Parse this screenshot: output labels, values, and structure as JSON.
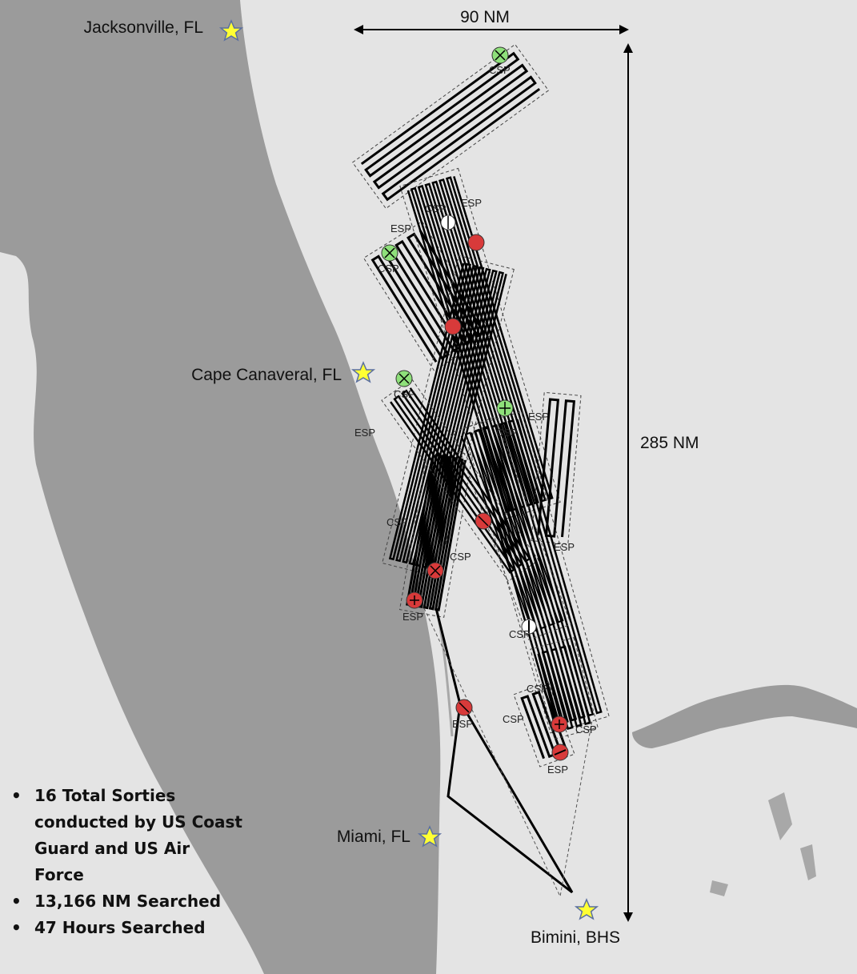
{
  "cities": {
    "jacksonville": "Jacksonville, FL",
    "cape_canaveral": "Cape Canaveral, FL",
    "miami": "Miami, FL",
    "bimini": "Bimini, BHS"
  },
  "scale": {
    "horizontal": "90 NM",
    "vertical": "285 NM"
  },
  "marker_labels": {
    "csp": "CSP",
    "esp": "ESP"
  },
  "colors": {
    "land": "#9b9b9b",
    "water": "#e4e4e4",
    "csp_marker": "#8ee07a",
    "esp_marker": "#d83a3a",
    "city_star": "#ffff33"
  },
  "stats": [
    "16 Total Sorties conducted by US Coast Guard and US Air Force",
    "13,166 NM Searched",
    "47 Hours Searched"
  ]
}
